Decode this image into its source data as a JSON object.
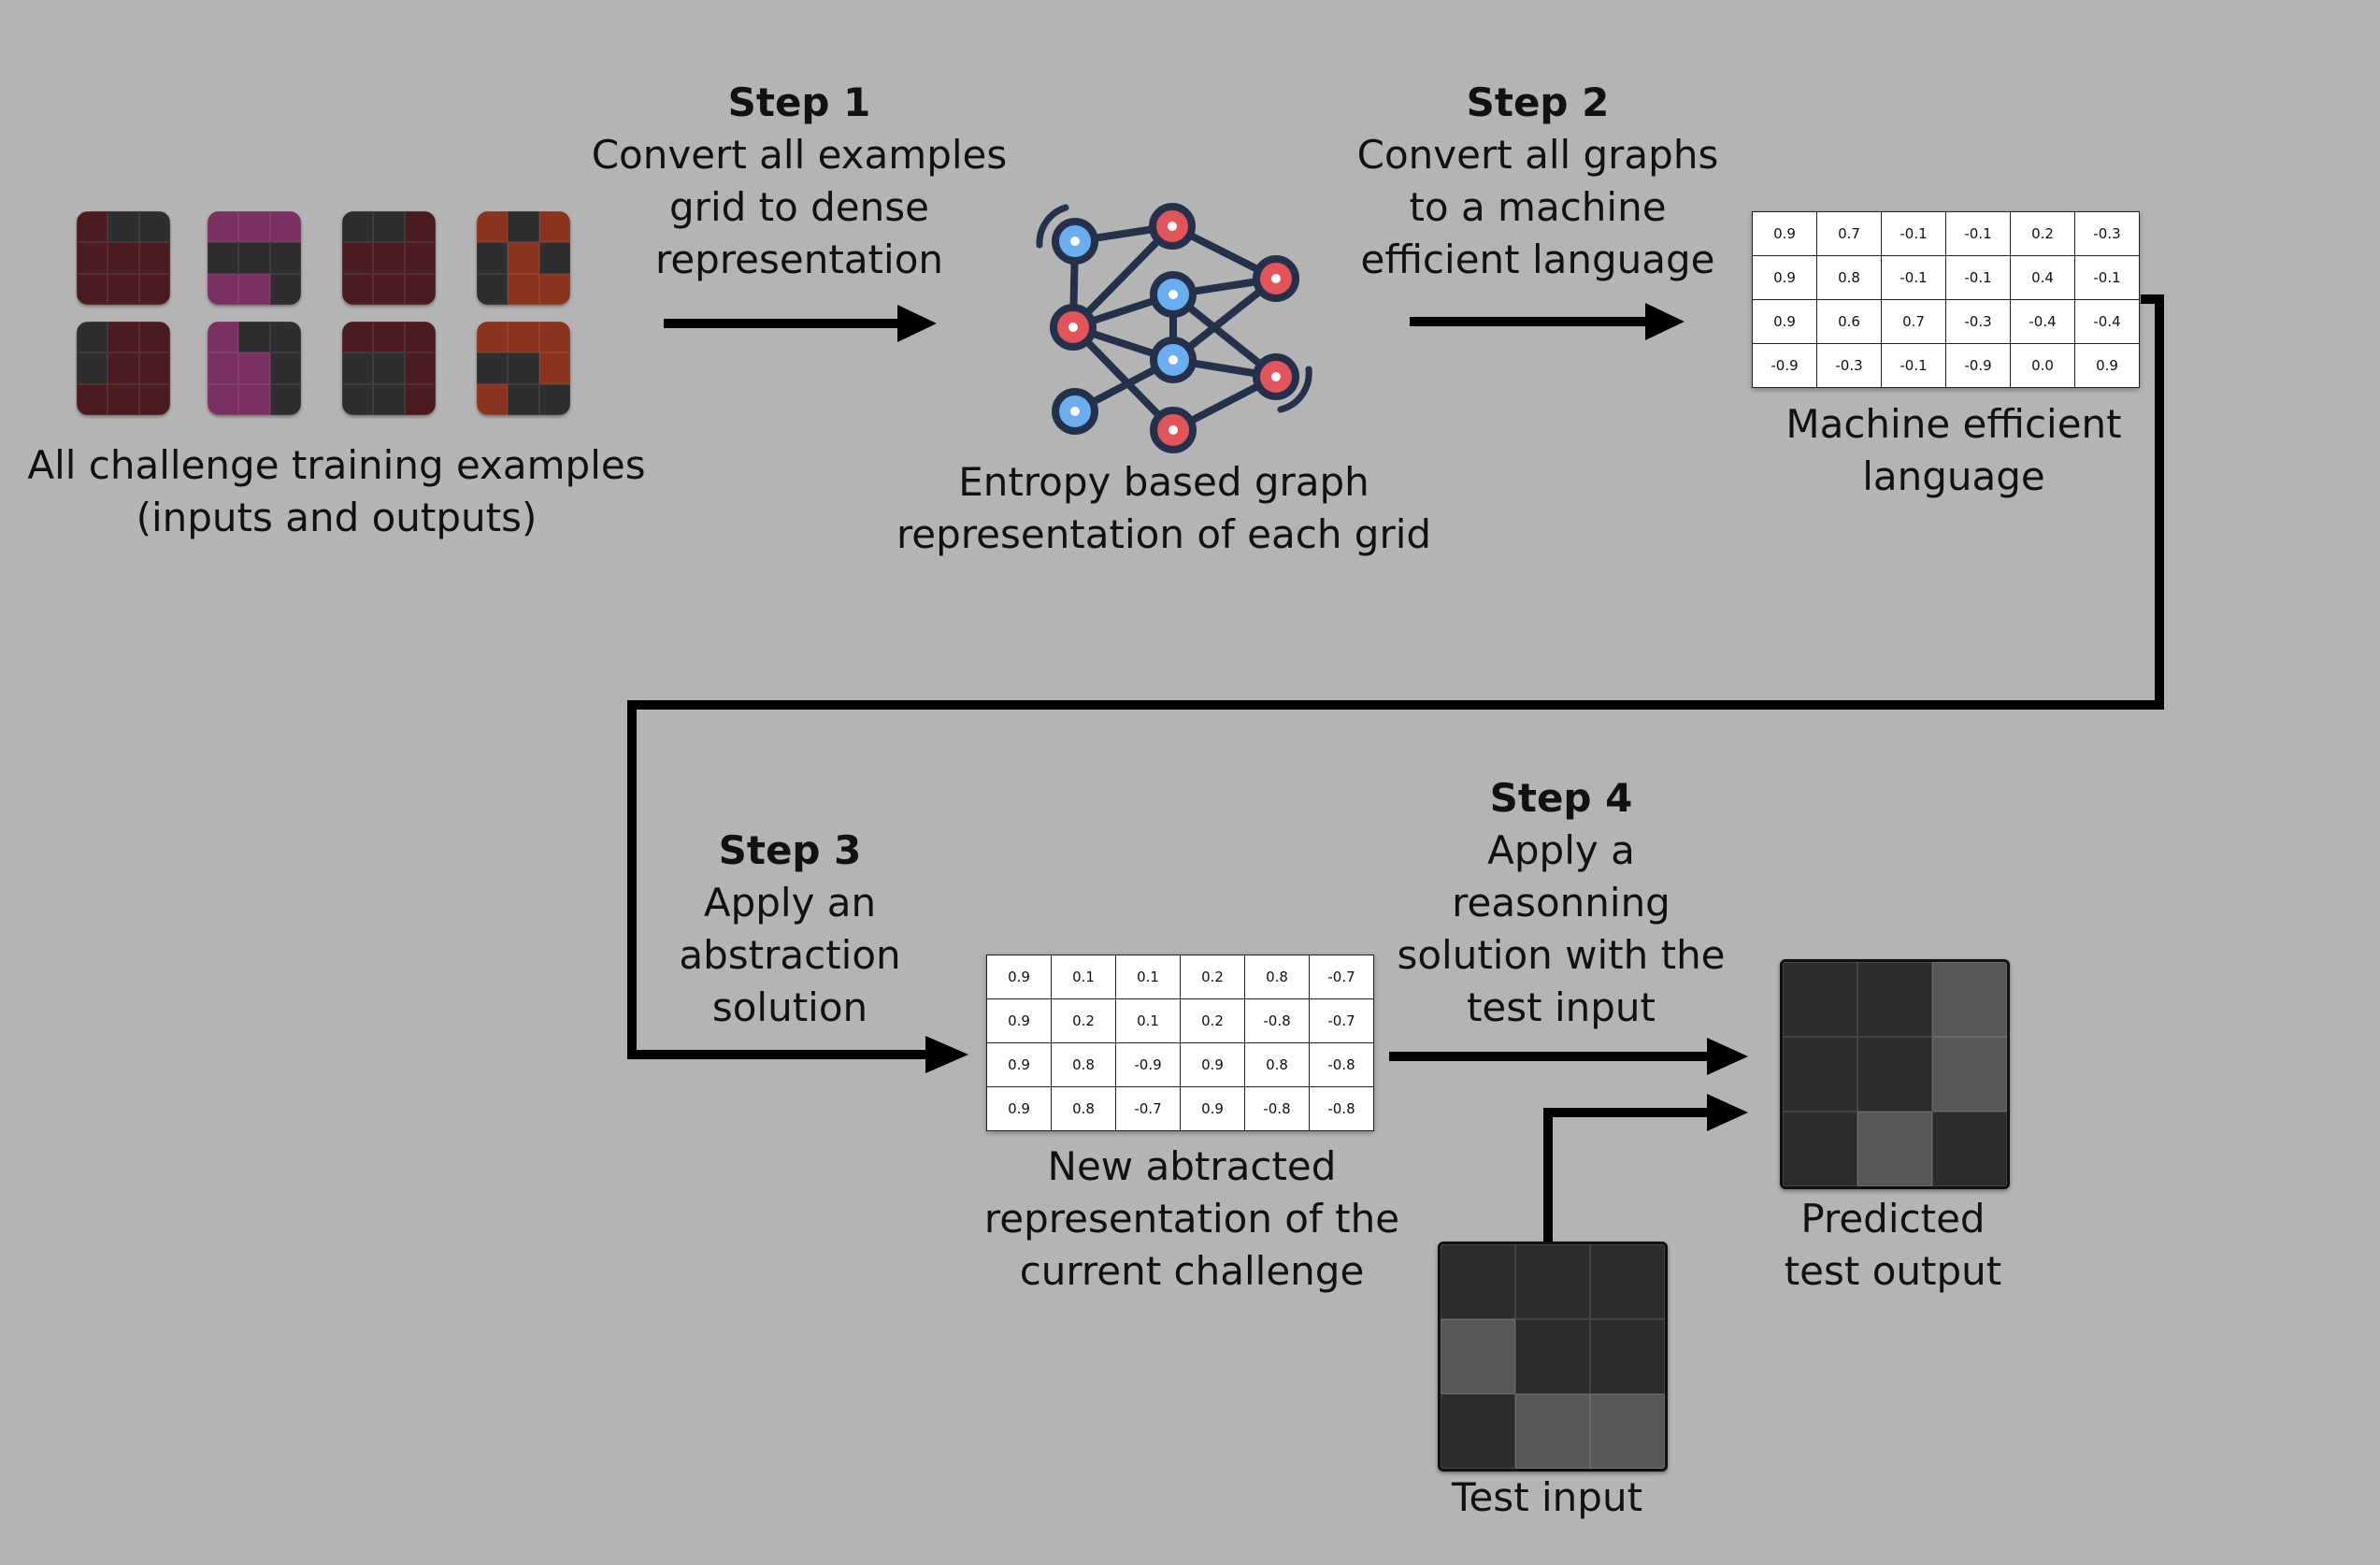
{
  "colors": {
    "background": "#b4b4b4",
    "arrow": "#000000",
    "node_red": "#e0545a",
    "node_blue": "#6aaef0",
    "edge": "#25314a"
  },
  "step1": {
    "title": "Step 1",
    "lines": [
      "Convert all examples",
      "grid to dense",
      "representation"
    ]
  },
  "step2": {
    "title": "Step 2",
    "lines": [
      "Convert all graphs",
      "to a machine",
      "efficient language"
    ]
  },
  "step3": {
    "title": "Step 3",
    "lines": [
      "Apply an",
      "abstraction",
      "solution"
    ]
  },
  "step4": {
    "title": "Step 4",
    "lines": [
      "Apply a",
      "reasonning",
      "solution with the",
      "test input"
    ]
  },
  "training_label": [
    "All challenge training examples",
    "(inputs and outputs)"
  ],
  "graph_label": [
    "Entropy based graph",
    "representation of each grid"
  ],
  "mel_label": [
    "Machine efficient",
    "language"
  ],
  "abstract_label": [
    "New abtracted",
    "representation of the",
    "current challenge"
  ],
  "predicted_label": [
    "Predicted",
    "test output"
  ],
  "test_label": "Test input",
  "icon": "neural-network-graph-icon",
  "training_grids": [
    [
      "#4a1c22",
      "#2e2e30",
      "#2e2e30",
      "#4a1c22",
      "#4a1c22",
      "#4a1c22",
      "#4a1c22",
      "#4a1c22",
      "#4a1c22"
    ],
    [
      "#7a3060",
      "#7a3060",
      "#7a3060",
      "#2e2e30",
      "#2e2e30",
      "#2e2e30",
      "#7a3060",
      "#7a3060",
      "#2e2e30"
    ],
    [
      "#2e2e30",
      "#2e2e30",
      "#4a1c22",
      "#4a1c22",
      "#4a1c22",
      "#4a1c22",
      "#4a1c22",
      "#4a1c22",
      "#4a1c22"
    ],
    [
      "#8c3320",
      "#2e2e30",
      "#8c3320",
      "#2e2e30",
      "#8c3320",
      "#2e2e30",
      "#2e2e30",
      "#8c3320",
      "#8c3320"
    ],
    [
      "#2e2e30",
      "#4a1c22",
      "#4a1c22",
      "#2e2e30",
      "#4a1c22",
      "#4a1c22",
      "#4a1c22",
      "#4a1c22",
      "#4a1c22"
    ],
    [
      "#7a3060",
      "#2e2e30",
      "#2e2e30",
      "#7a3060",
      "#7a3060",
      "#2e2e30",
      "#7a3060",
      "#7a3060",
      "#2e2e30"
    ],
    [
      "#4a1c22",
      "#4a1c22",
      "#4a1c22",
      "#2e2e30",
      "#2e2e30",
      "#4a1c22",
      "#2e2e30",
      "#2e2e30",
      "#4a1c22"
    ],
    [
      "#8c3320",
      "#8c3320",
      "#8c3320",
      "#2e2e30",
      "#2e2e30",
      "#8c3320",
      "#8c3320",
      "#2e2e30",
      "#2e2e30"
    ]
  ],
  "predicted_grid": [
    "#2c2c2c",
    "#2c2c2c",
    "#585858",
    "#2c2c2c",
    "#2c2c2c",
    "#585858",
    "#2c2c2c",
    "#585858",
    "#2c2c2c"
  ],
  "test_grid": [
    "#2c2c2c",
    "#2c2c2c",
    "#2c2c2c",
    "#585858",
    "#2c2c2c",
    "#2c2c2c",
    "#2c2c2c",
    "#585858",
    "#585858"
  ],
  "mel_table": [
    [
      "0.9",
      "0.7",
      "-0.1",
      "-0.1",
      "0.2",
      "-0.3"
    ],
    [
      "0.9",
      "0.8",
      "-0.1",
      "-0.1",
      "0.4",
      "-0.1"
    ],
    [
      "0.9",
      "0.6",
      "0.7",
      "-0.3",
      "-0.4",
      "-0.4"
    ],
    [
      "-0.9",
      "-0.3",
      "-0.1",
      "-0.9",
      "0.0",
      "0.9"
    ]
  ],
  "abstract_table": [
    [
      "0.9",
      "0.1",
      "0.1",
      "0.2",
      "0.8",
      "-0.7"
    ],
    [
      "0.9",
      "0.2",
      "0.1",
      "0.2",
      "-0.8",
      "-0.7"
    ],
    [
      "0.9",
      "0.8",
      "-0.9",
      "0.9",
      "0.8",
      "-0.8"
    ],
    [
      "0.9",
      "0.8",
      "-0.7",
      "0.9",
      "-0.8",
      "-0.8"
    ]
  ]
}
